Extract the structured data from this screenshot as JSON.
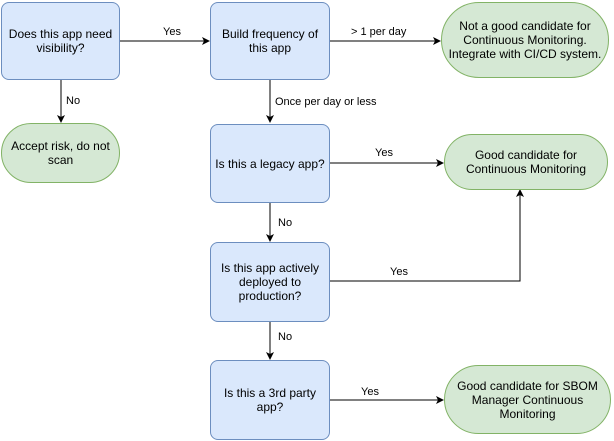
{
  "nodes": {
    "need_visibility": "Does this app need visibility?",
    "build_frequency": "Build frequency of this app",
    "not_good_candidate": "Not a good candidate for Continuous Monitoring. Integrate with CI/CD system.",
    "accept_risk": "Accept risk, do not scan",
    "legacy_app": "Is this a legacy app?",
    "good_candidate_cm": "Good candidate for Continuous Monitoring",
    "actively_deployed": "Is this app actively deployed to production?",
    "third_party": "Is this a 3rd party app?",
    "good_candidate_sbom": "Good candidate for SBOM Manager Continuous Monitoring"
  },
  "edges": {
    "visibility_yes": "Yes",
    "visibility_no": "No",
    "more_than_once": "> 1 per day",
    "once_or_less": "Once per day or less",
    "legacy_yes": "Yes",
    "legacy_no": "No",
    "deployed_yes": "Yes",
    "deployed_no": "No",
    "third_party_yes": "Yes"
  },
  "colors": {
    "process_fill": "#dae8fc",
    "process_stroke": "#6c8ebf",
    "terminal_fill": "#d5e8d4",
    "terminal_stroke": "#82b366",
    "connector": "#000000"
  }
}
